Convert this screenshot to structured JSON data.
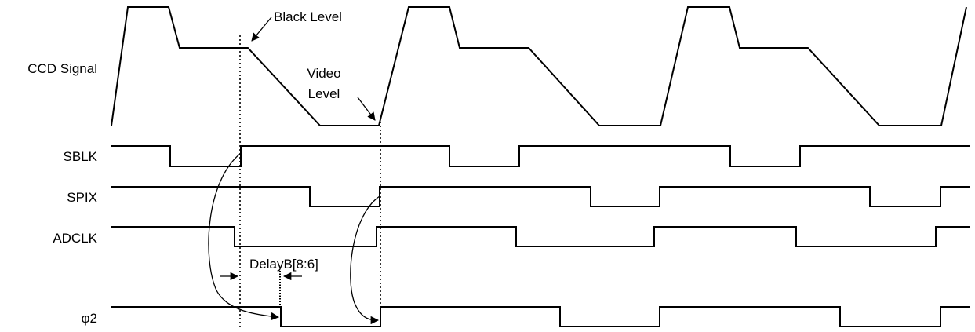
{
  "signals": {
    "ccd_signal": "CCD Signal",
    "sblk": "SBLK",
    "spix": "SPIX",
    "adclk": "ADCLK",
    "phi2": "φ2"
  },
  "annotations": {
    "black_level": "Black Level",
    "video_level_line1": "Video",
    "video_level_line2": "Level",
    "delay": "DelayB[8:6]"
  }
}
